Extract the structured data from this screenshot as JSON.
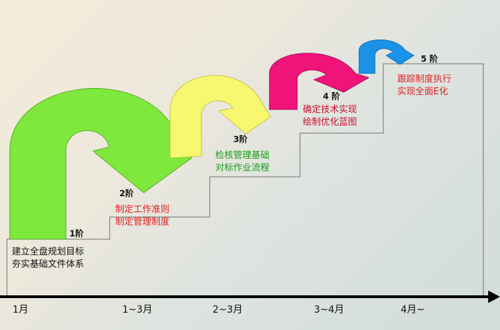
{
  "steps": [
    {
      "step": "1阶",
      "lines": [
        "建立全盘规划目标",
        "夯实基础文件体系"
      ],
      "color": "#111111",
      "month": "1月"
    },
    {
      "step": "2阶",
      "lines": [
        "制定工作准则",
        "制定管理制度"
      ],
      "color": "#e02020",
      "month": "1~3月"
    },
    {
      "step": "3阶",
      "lines": [
        "检核管理基础",
        "对标作业流程"
      ],
      "color": "#1a9a1a",
      "month": "2~3月"
    },
    {
      "step": "4 阶",
      "lines": [
        "确定技术实现",
        "绘制优化蓝图"
      ],
      "color": "#c8102e",
      "month": "3~4月"
    },
    {
      "step": "5 阶",
      "lines": [
        "跟踪制度执行",
        "实现全面E化"
      ],
      "color": "#e02020",
      "month": "4月~"
    }
  ],
  "arrow_colors": [
    "#7ee83c",
    "#f8f870",
    "#f0147a",
    "#1a92e8"
  ]
}
